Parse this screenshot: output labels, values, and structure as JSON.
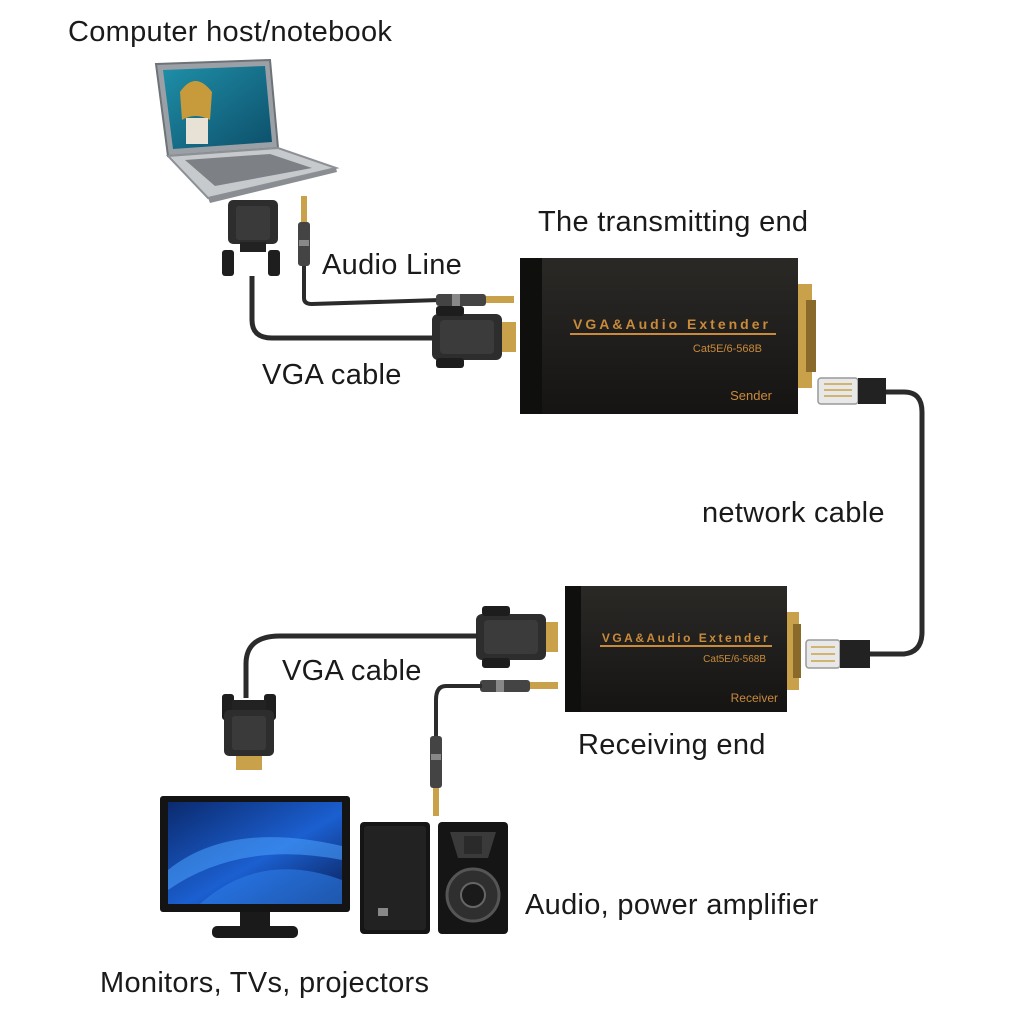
{
  "labels": {
    "host": "Computer host/notebook",
    "transmitting_end": "The transmitting end",
    "audio_line": "Audio Line",
    "vga_cable_top": "VGA cable",
    "network_cable": "network cable",
    "vga_cable_bottom": "VGA cable",
    "receiving_end": "Receiving end",
    "audio_amp": "Audio, power amplifier",
    "monitors": "Monitors, TVs, projectors"
  },
  "sender": {
    "title": "VGA&Audio Extender",
    "spec": "Cat5E/6-568B",
    "role": "Sender"
  },
  "receiver": {
    "title": "VGA&Audio Extender",
    "spec": "Cat5E/6-568B",
    "role": "Receiver"
  },
  "colors": {
    "box": "#1c1b19",
    "box_text": "#c98a3a",
    "cable": "#2b2b2b",
    "gold": "#d4a640",
    "screen": "#1b4fb0"
  }
}
